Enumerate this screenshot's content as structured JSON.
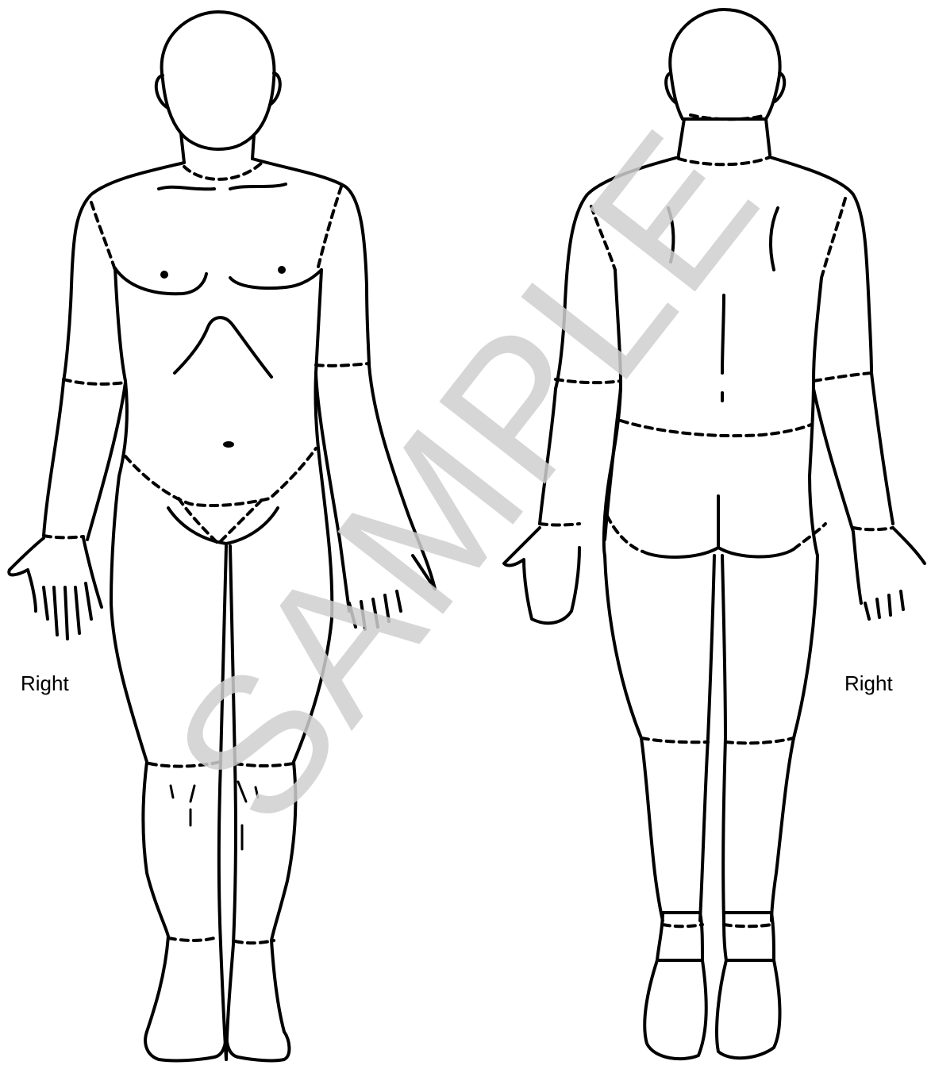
{
  "labels": {
    "front_right": "Right",
    "back_right": "Right"
  },
  "watermark": {
    "text": "SAMPLE",
    "color": "#cfcfcf"
  },
  "figures": [
    {
      "view": "front"
    },
    {
      "view": "back"
    }
  ]
}
